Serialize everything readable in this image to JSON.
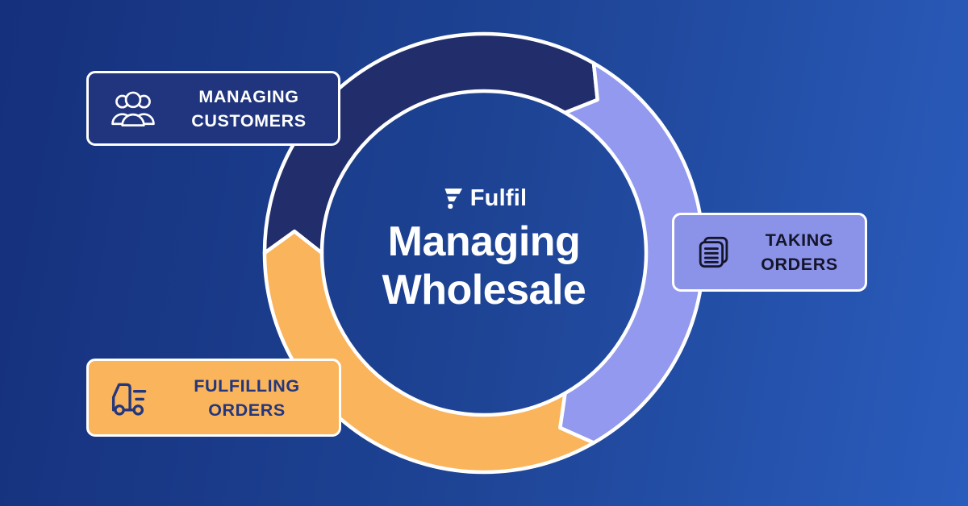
{
  "brand": {
    "name": "Fulfil"
  },
  "center": {
    "title_line1": "Managing",
    "title_line2": "Wholesale"
  },
  "cycle": {
    "direction": "clockwise",
    "segments": [
      {
        "id": "managing-customers",
        "label_line1": "MANAGING",
        "label_line2": "CUSTOMERS",
        "segment_color": "#222e6b",
        "card_color": "#20357e",
        "label_color": "#ffffff",
        "icon": "people-icon"
      },
      {
        "id": "taking-orders",
        "label_line1": "TAKING",
        "label_line2": "ORDERS",
        "segment_color": "#9299ee",
        "card_color": "#8b93e8",
        "label_color": "#15152a",
        "icon": "documents-icon"
      },
      {
        "id": "fulfilling-orders",
        "label_line1": "FULFILLING",
        "label_line2": "ORDERS",
        "segment_color": "#fab45c",
        "card_color": "#fab45c",
        "label_color": "#24377c",
        "icon": "truck-icon"
      }
    ]
  },
  "background": {
    "gradient_start": "#15307c",
    "gradient_end": "#2a5cbd"
  }
}
